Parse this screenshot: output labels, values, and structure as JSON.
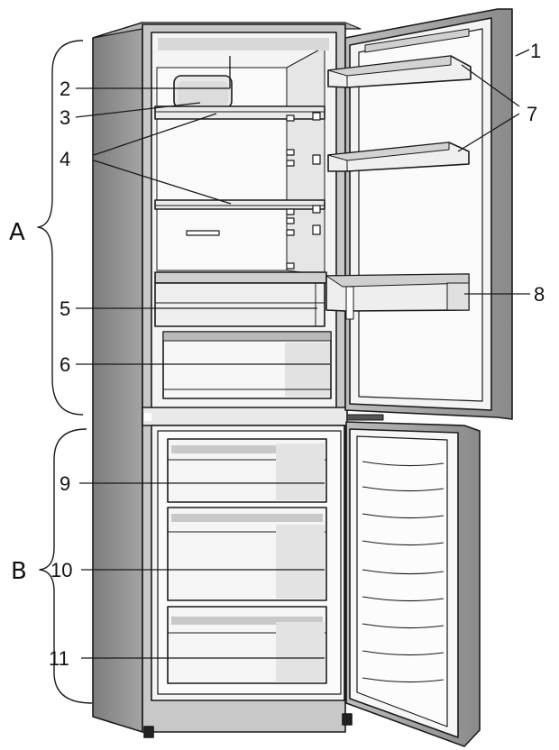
{
  "labels": {
    "n1": "1",
    "n2": "2",
    "n3": "3",
    "n4": "4",
    "n5": "5",
    "n6": "6",
    "n7": "7",
    "n8": "8",
    "n9": "9",
    "n10": "10",
    "n11": "11",
    "section_a": "A",
    "section_b": "B"
  },
  "colors": {
    "outline": "#1a1a1a",
    "cabinet_side": "#8c8c8c",
    "door_edge": "#9a9a9a",
    "interior": "#f4f4f4",
    "shelf_shade": "#d6d6d6"
  }
}
